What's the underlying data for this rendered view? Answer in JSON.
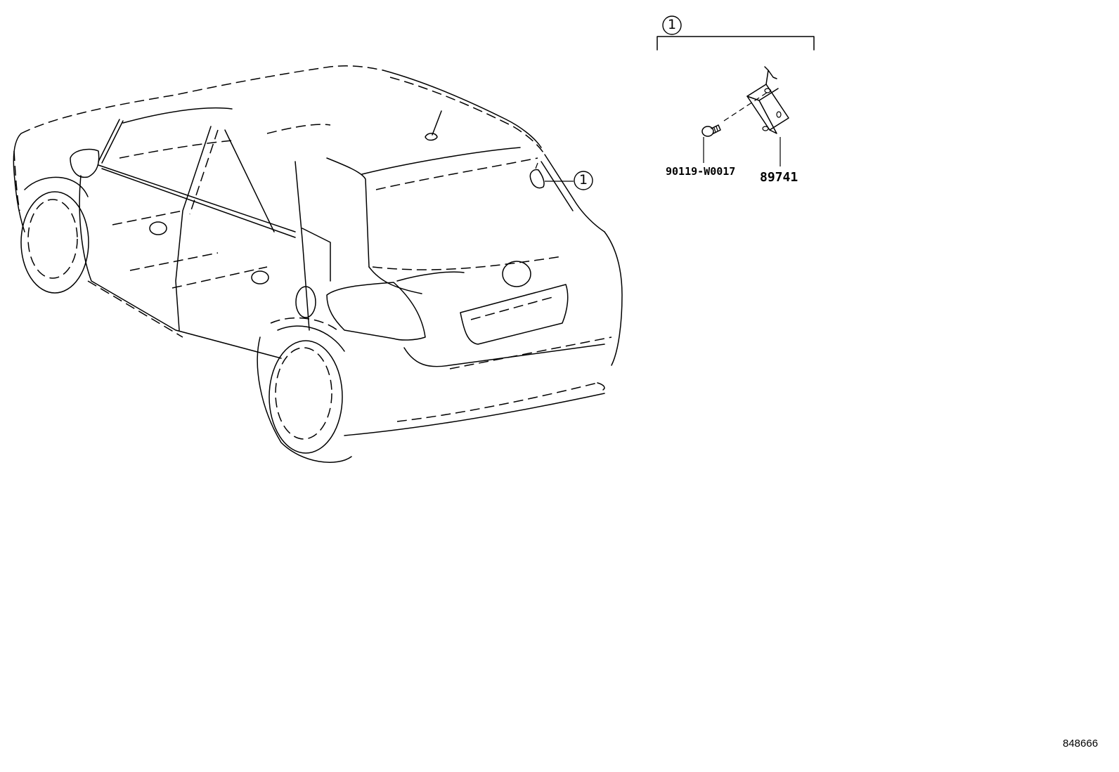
{
  "diagram": {
    "type": "parts-catalog-exploded-view",
    "subject": "hatchback vehicle, rear three-quarter view, with component location",
    "callouts": [
      {
        "id": "callout-group",
        "label": "1"
      },
      {
        "id": "callout-vehicle",
        "label": "1"
      }
    ],
    "parts": [
      {
        "name": "bolt",
        "part_number": "90119-W0017"
      },
      {
        "name": "module",
        "part_number": "89741"
      }
    ],
    "reference_number": "848666"
  },
  "colors": {
    "line": "#000000",
    "background": "#ffffff"
  }
}
